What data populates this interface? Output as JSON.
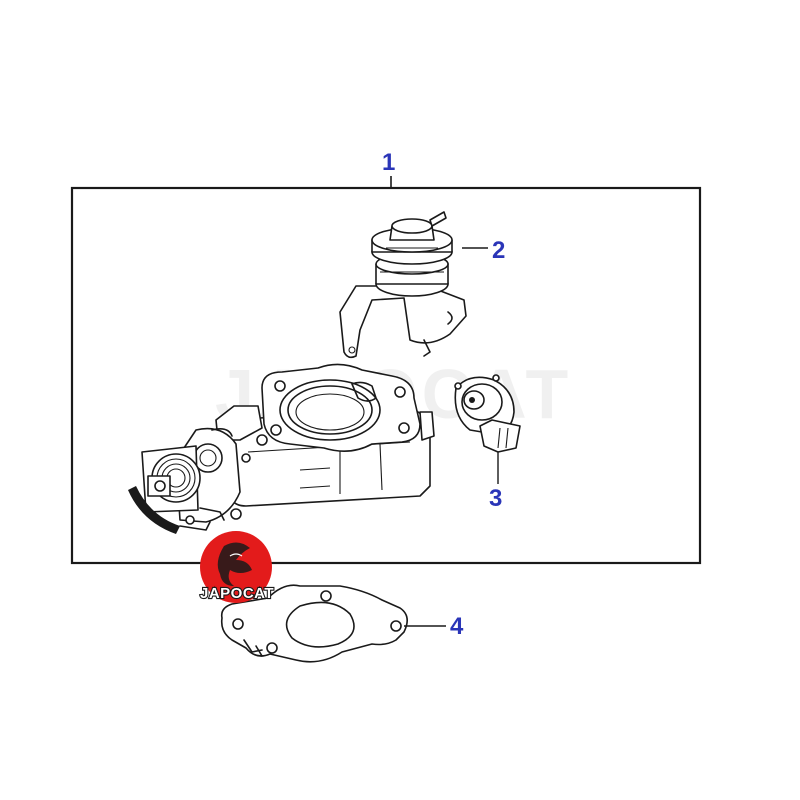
{
  "diagram": {
    "callouts": [
      {
        "id": "1",
        "label": "1"
      },
      {
        "id": "2",
        "label": "2"
      },
      {
        "id": "3",
        "label": "3"
      },
      {
        "id": "4",
        "label": "4"
      }
    ],
    "watermark": "JAPOCAT",
    "logo": {
      "text": "JAPOCAT",
      "color": "#e31b1b"
    }
  },
  "colors": {
    "callout": "#2a35b8",
    "line": "#1a1a1a",
    "logo_red": "#e31b1b"
  }
}
